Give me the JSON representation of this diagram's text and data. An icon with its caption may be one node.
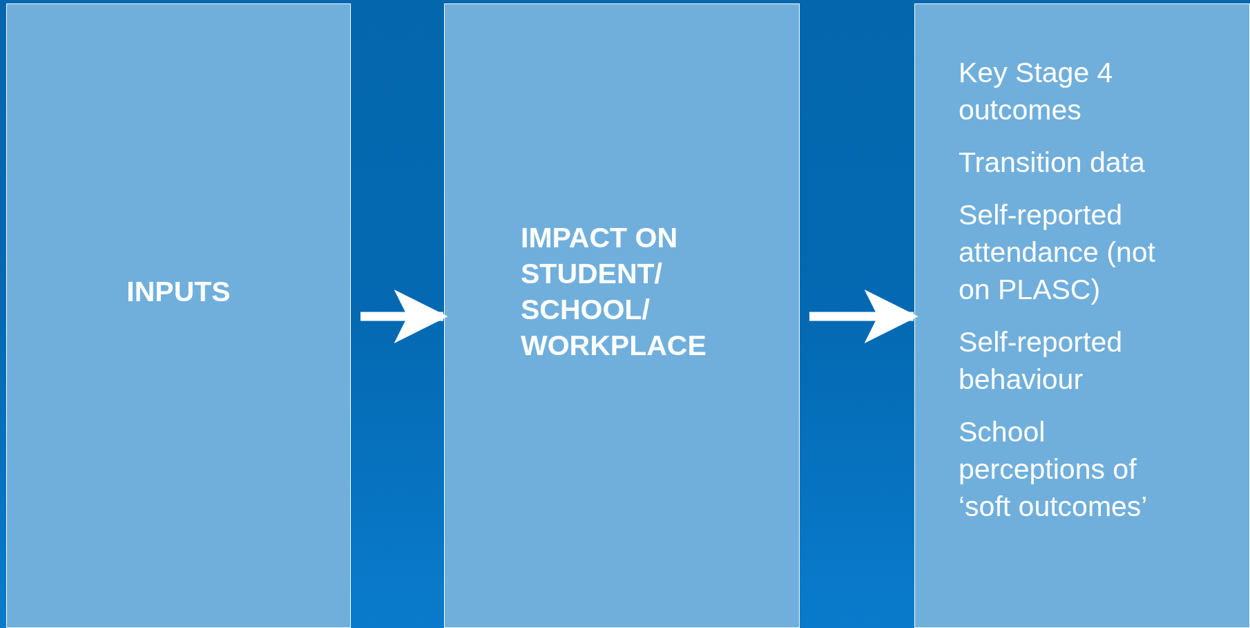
{
  "diagram": {
    "nodes": [
      {
        "text": [
          "INPUTS"
        ]
      },
      {
        "text": [
          "IMPACT ON STUDENT/ SCHOOL/ WORKPLACE"
        ]
      },
      {
        "text": [
          "Key Stage 4 outcomes",
          "Transition data",
          "Self-reported attendance (not on PLASC)",
          "Self-reported behaviour",
          "School perceptions of ‘soft outcomes’"
        ]
      }
    ],
    "edges": [
      {
        "from": 0,
        "to": 1,
        "arrow": "to"
      },
      {
        "from": 1,
        "to": 2,
        "arrow": "to"
      }
    ]
  }
}
